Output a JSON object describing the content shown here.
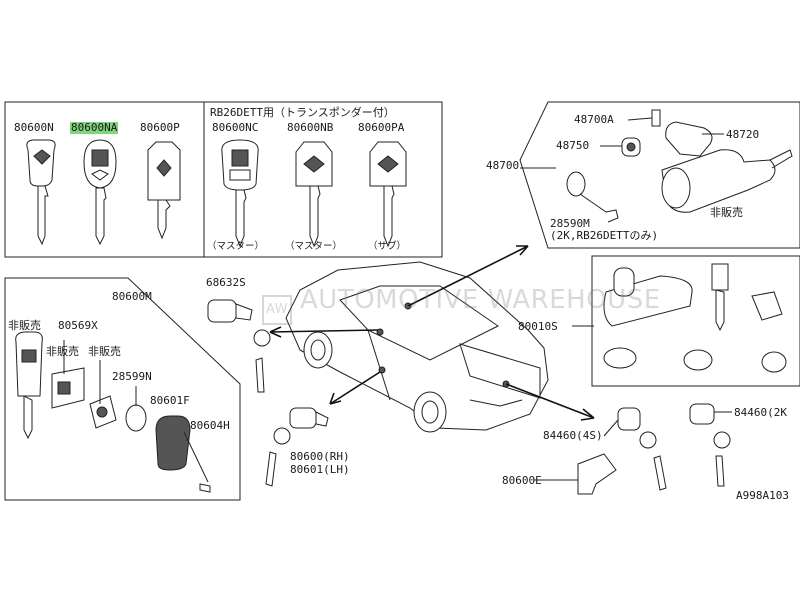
{
  "top_left": {
    "keys": [
      {
        "part": "80600N",
        "highlighted": false
      },
      {
        "part": "80600NA",
        "highlighted": true
      },
      {
        "part": "80600P",
        "highlighted": false
      }
    ],
    "rb26_heading": "RB26DETT用（トランスポンダー付）",
    "rb26_keys": [
      {
        "part": "80600NC",
        "caption": "（マスター）"
      },
      {
        "part": "80600NB",
        "caption": "（マスター）"
      },
      {
        "part": "80600PA",
        "caption": "（サブ）"
      }
    ]
  },
  "top_right": {
    "group_label": "48700",
    "parts": {
      "p48700A": "48700A",
      "p48720": "48720",
      "p48750": "48750",
      "p28590M": "28590M",
      "p28590M_note": "(2K,RB26DETTのみ)",
      "not_sold": "非販売"
    }
  },
  "left": {
    "group_label": "80600M",
    "p80569X": "80569X",
    "not_sold_1": "非販売",
    "not_sold_2": "非販売",
    "not_sold_3": "非販売",
    "p28599N": "28599N",
    "p80601F": "80601F",
    "p80604H": "80604H"
  },
  "center": {
    "p68632S": "68632S",
    "p80600RH": "80600(RH)",
    "p80601LH": "80601(LH)"
  },
  "right": {
    "p80010S": "80010S",
    "p84460_4S": "84460(4S)",
    "p84460_2K": "84460(2K",
    "p80600E": "80600E"
  },
  "figure_code": "A998A103",
  "watermark": "AUTOMOTIVE WAREHOUSE",
  "watermark_logo": "AW",
  "colors": {
    "highlight": "#7fd47f",
    "line": "#222222"
  }
}
